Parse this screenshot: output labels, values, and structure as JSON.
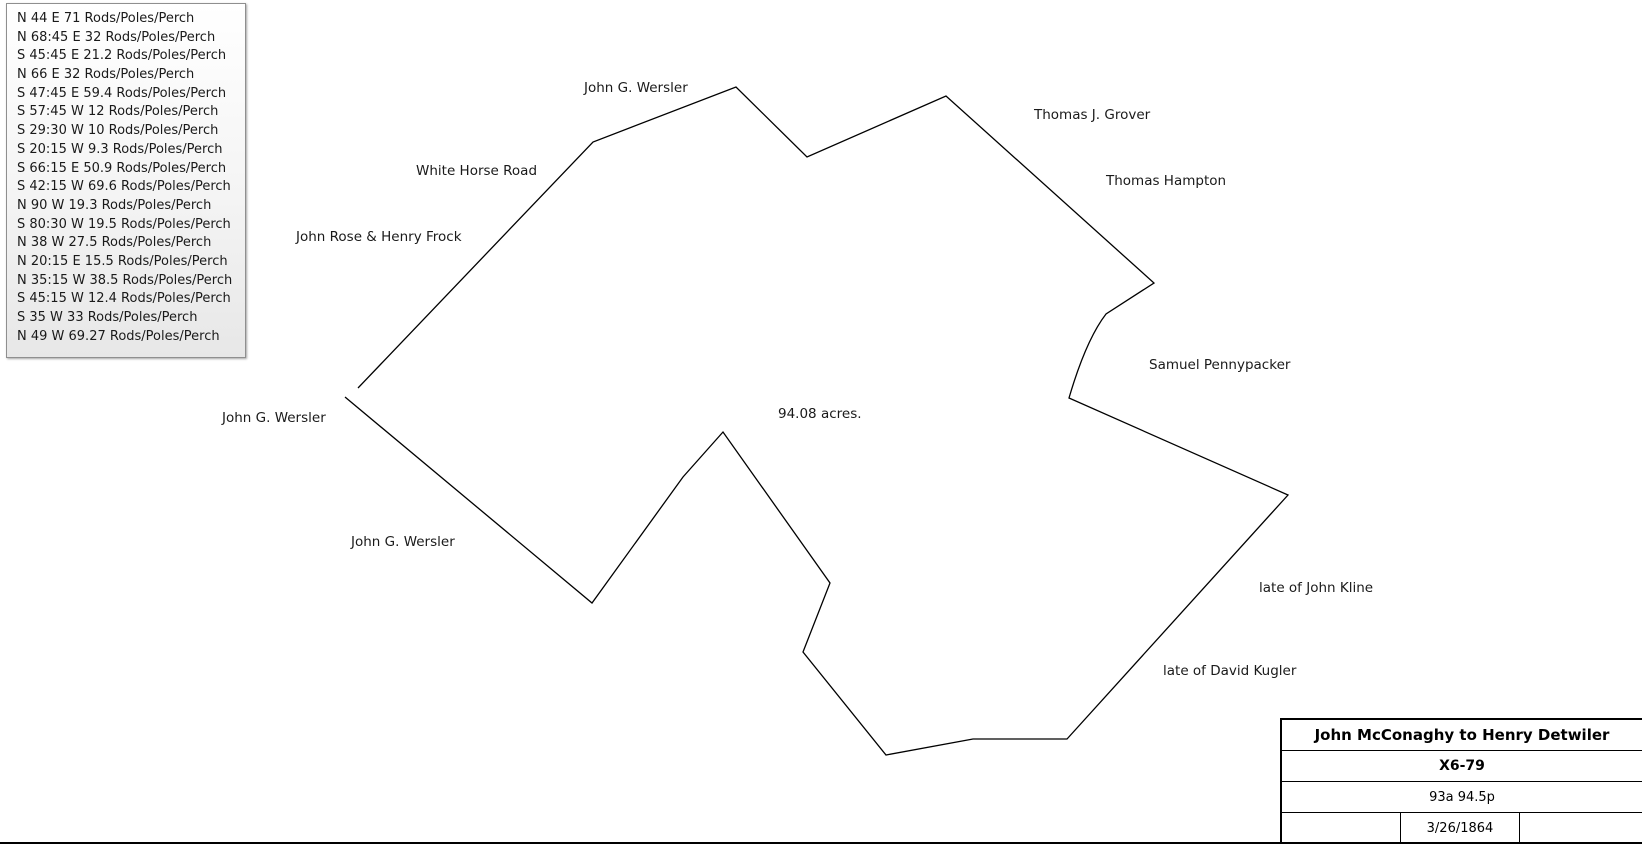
{
  "calls": [
    "N 44 E 71 Rods/Poles/Perch",
    "N 68:45 E 32 Rods/Poles/Perch",
    "S 45:45 E 21.2 Rods/Poles/Perch",
    "N 66 E 32 Rods/Poles/Perch",
    "S 47:45 E 59.4 Rods/Poles/Perch",
    "S 57:45 W 12 Rods/Poles/Perch",
    "S 29:30 W 10 Rods/Poles/Perch",
    "S 20:15 W 9.3 Rods/Poles/Perch",
    "S 66:15 E 50.9 Rods/Poles/Perch",
    "S 42:15 W 69.6 Rods/Poles/Perch",
    "N 90 W 19.3 Rods/Poles/Perch",
    "S 80:30 W 19.5 Rods/Poles/Perch",
    "N 38 W 27.5 Rods/Poles/Perch",
    "N 20:15 E 15.5 Rods/Poles/Perch",
    "N 35:15 W 38.5 Rods/Poles/Perch",
    "S 45:15 W 12.4 Rods/Poles/Perch",
    "S 35 W 33 Rods/Poles/Perch",
    "N 49 W 69.27 Rods/Poles/Perch"
  ],
  "adjoiners": {
    "wersler_top": "John G. Wersler",
    "white_horse_road": "White Horse Road",
    "rose_frock": "John Rose & Henry Frock",
    "thomas_grover": "Thomas J. Grover",
    "thomas_hampton": "Thomas Hampton",
    "samuel_pennypacker": "Samuel Pennypacker",
    "wersler_left": "John G. Wersler",
    "wersler_bottom": "John G. Wersler",
    "late_kline": "late of John Kline",
    "late_kugler": "late of David Kugler"
  },
  "area_label": "94.08 acres.",
  "title_block": {
    "title": "John McConaghy to Henry Detwiler",
    "deed_ref": "X6-79",
    "area": "93a 94.5p",
    "date": "3/26/1864"
  },
  "colors": {
    "line": "#000000",
    "text": "#1a1a1a",
    "background": "#ffffff"
  }
}
